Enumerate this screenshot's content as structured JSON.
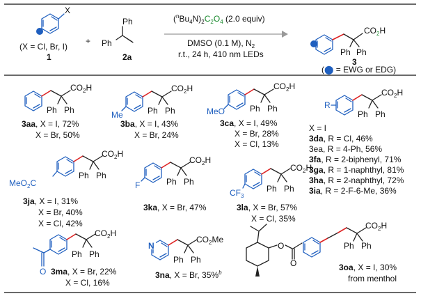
{
  "colors": {
    "ewg_edg_dot": "#1f5fbf",
    "oxalate_green": "#1a8a2e",
    "new_bond_red": "#dd2222",
    "aryl_blue": "#1f5fbf"
  },
  "header": {
    "reactant1": {
      "x_label": "X",
      "condition": "(X = Cl, Br, I)",
      "number": "1"
    },
    "plus": "+",
    "reactant2": {
      "ph_top": "Ph",
      "ph_left": "Ph",
      "number": "2a"
    },
    "conditions": {
      "reagent_pre": "(",
      "reagent_n": "n",
      "reagent_bu": "Bu",
      "reagent_4": "4",
      "reagent_n2": "N)",
      "reagent_2": "2",
      "reagent_c": "C",
      "reagent_2b": "2",
      "reagent_o": "O",
      "reagent_4b": "4",
      "reagent_equiv": " (2.0 equiv)",
      "line2": "DMSO (0.1 M), N",
      "line2_sub": "2",
      "line3": "r.t., 24 h, 410 nm LEDs"
    },
    "product": {
      "co2h": "CO",
      "co2h_sub": "2",
      "co2h_end": "H",
      "ph1": "Ph",
      "ph2": "Ph",
      "number": "3",
      "legend_pre": "(",
      "legend_post": " = EWG or EDG)"
    }
  },
  "products": {
    "p3aa": {
      "label": "3aa",
      "line1": ", X = I, 72%",
      "line2": "X = Br, 50%"
    },
    "p3ba": {
      "label": "3ba",
      "line1": ", X = I, 43%",
      "line2": "X = Br, 24%",
      "substituent": "Me"
    },
    "p3ca": {
      "label": "3ca",
      "line1": ", X = I, 49%",
      "line2": "X = Br, 28%",
      "line3": "X = Cl, 13%",
      "substituent": "MeO"
    },
    "p3da_group": {
      "substituent": "R",
      "x_line": "X = I",
      "rows": [
        {
          "label": "3da",
          "text": ", R = Cl, 46%"
        },
        {
          "label": "3ea",
          "text": ", R = 4-Ph, 56%"
        },
        {
          "label": "3fa",
          "text": ", R = 2-biphenyl, 71%"
        },
        {
          "label": "3ga",
          "text": ", R = 1-naphthyl, 81%"
        },
        {
          "label": "3ha",
          "text": ", R = 2-naphthyl, 72%"
        },
        {
          "label": "3ia",
          "text": ", R = 2-F-6-Me, 36%"
        }
      ]
    },
    "p3ja": {
      "label": "3ja",
      "line1": ", X = I, 31%",
      "line2": "X = Br, 40%",
      "line3": "X = Cl, 42%",
      "substituent_pre": "MeO",
      "substituent_sub": "2",
      "substituent_post": "C"
    },
    "p3ka": {
      "label": "3ka",
      "line1": ", X = Br, 47%",
      "substituent": "F"
    },
    "p3la": {
      "label": "3la",
      "line1": ", X = Br, 57%",
      "line2": "X = Cl, 35%",
      "substituent_pre": "CF",
      "substituent_sub": "3"
    },
    "p3ma": {
      "label": "3ma",
      "line1": ", X = Br, 22%",
      "line2": "X = Cl, 16%",
      "substituent": "O"
    },
    "p3na": {
      "label": "3na",
      "line1": ", X = Br, 35%",
      "footnote": "b",
      "n_atom": "N",
      "ester": "CO",
      "ester_sub": "2",
      "ester_end": "Me"
    },
    "p3oa": {
      "label": "3oa",
      "line1": ", X = I, 30%",
      "line2": "from menthol",
      "o1": "O",
      "o2": "O"
    }
  },
  "common": {
    "co": "CO",
    "two": "2",
    "h": "H",
    "ph": "Ph"
  }
}
